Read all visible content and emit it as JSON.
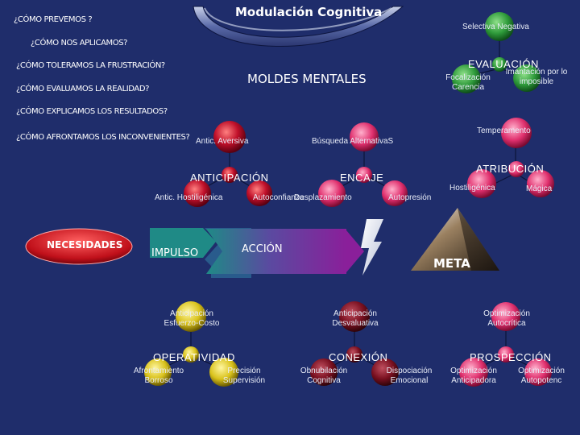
{
  "header": {
    "title": "Modulación Cognitiva",
    "subtitle": "MOLDES MENTALES"
  },
  "questions": [
    "¿CÓMO PREVEMOS ?",
    "¿CÓMO NOS APLICAMOS?",
    "¿CÓMO TOLERAMOS LA FRUSTRACIÓN?",
    "¿CÓMO EVALUAMOS LA REALIDAD?",
    "¿CÓMO EXPLICAMOS LOS RESULTADOS?",
    "¿CÓMO AFRONTAMOS LOS INCONVENIENTES?"
  ],
  "nodes": {
    "selectiva": "Selectiva Negativa",
    "evaluacion": "EVALUACIÓN",
    "focalizacion": "Focalización Carencia",
    "imantacion": "Imantación por lo imposible",
    "temperamento": "Temperamento",
    "atribucion": "ATRIBUCIÓN",
    "hostiligenica": "Hostiligénica",
    "magica": "Mágica",
    "antic_aversiva": "Antic. Aversiva",
    "busqueda": "Búsqueda AlternativaS",
    "anticipacion": "ANTICIPACIÓN",
    "encaje": "ENCAJE",
    "antic_hostiligenica": "Antic. Hostiligénica",
    "autoconfianza": "Autoconfianza",
    "desplazamiento": "Desplazamiento",
    "autopresion": "Autopresión",
    "necesidades": "NECESIDADES",
    "impulso": "IMPULSO",
    "accion": "ACCIÓN",
    "meta": "META",
    "anticipacion_esfuerzo": "Anticipación Esfuerzo-Costo",
    "anticipacion_desvaluativa": "Anticipación Desvaluativa",
    "optimizacion_autocritica": "Optimización Autocrítica",
    "operatividad": "OPERATIVIDAD",
    "conexion": "CONEXIÓN",
    "prospeccion": "PROSPECCIÓN",
    "afrontamiento": "Afrontamiento Borroso",
    "precision": "Precisión Supervisión",
    "obnubilacion": "Obnubilación Cognitiva",
    "dispociacion": "Dispociación Emocional",
    "optimizacion_anticipadora": "Optimización Anticipadora",
    "optimizacion_autopotenc": "Optimización Autopotenc"
  },
  "colors": {
    "background": "#1f2d6b",
    "node_green": "#2e9a3a",
    "node_pink": "#e0306e",
    "node_red": "#c0102a",
    "node_maroon": "#7a1020",
    "node_yellow": "#d9c21c",
    "arrow_teal": "#1f8a86",
    "arrow_purple": "#8a1f9a"
  }
}
